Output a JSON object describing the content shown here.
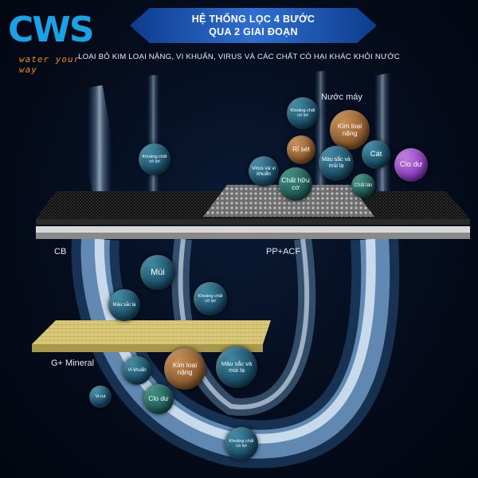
{
  "logo": {
    "letters": "CWS",
    "tagline": "water your way"
  },
  "banner": {
    "line1": "HỆ THỐNG LỌC 4 BƯỚC",
    "line2": "QUA 2 GIAI ĐOẠN"
  },
  "subtitle": "LOẠI BỎ KIM LOẠI NẶNG, VI KHUẨN, VIRUS VÀ CÁC CHẤT CÓ HẠI KHÁC KHỎI NƯỚC",
  "labels": {
    "tap_water": "Nước máy",
    "cb": "CB",
    "pp_acf": "PP+ACF",
    "mineral": "G+ Mineral"
  },
  "bubbles": {
    "top_mineral": "Khoáng chất có lợi",
    "top_mineral_left": "Khoáng chất có lợi",
    "heavy_metal_top": "Kim loại nặng",
    "rust": "Rỉ sét",
    "color_odor_top": "Màu sắc và mùi lạ",
    "sand": "Cát",
    "chlorine_top": "Clo dư",
    "virus_bacteria": "Virus và vi khuẩn",
    "organic": "Chất hữu cơ",
    "residue": "Chất tàn",
    "odor": "Mùi",
    "color_mid": "Màu sắc lạ",
    "mineral_mid": "Khoáng chất có lợi",
    "bacteria": "Vi khuẩn",
    "heavy_metal_bottom": "Kim loại nặng",
    "color_odor_bottom": "Màu sắc và mùi lạ",
    "chlorine_bottom": "Clo dư",
    "virus": "Vi-rut",
    "mineral_bottom": "Khoáng chất có lợi"
  },
  "colors": {
    "brand_blue": "#1aa1e6",
    "brand_orange": "#f08a1c",
    "banner_blue": "#2f6fd0"
  }
}
